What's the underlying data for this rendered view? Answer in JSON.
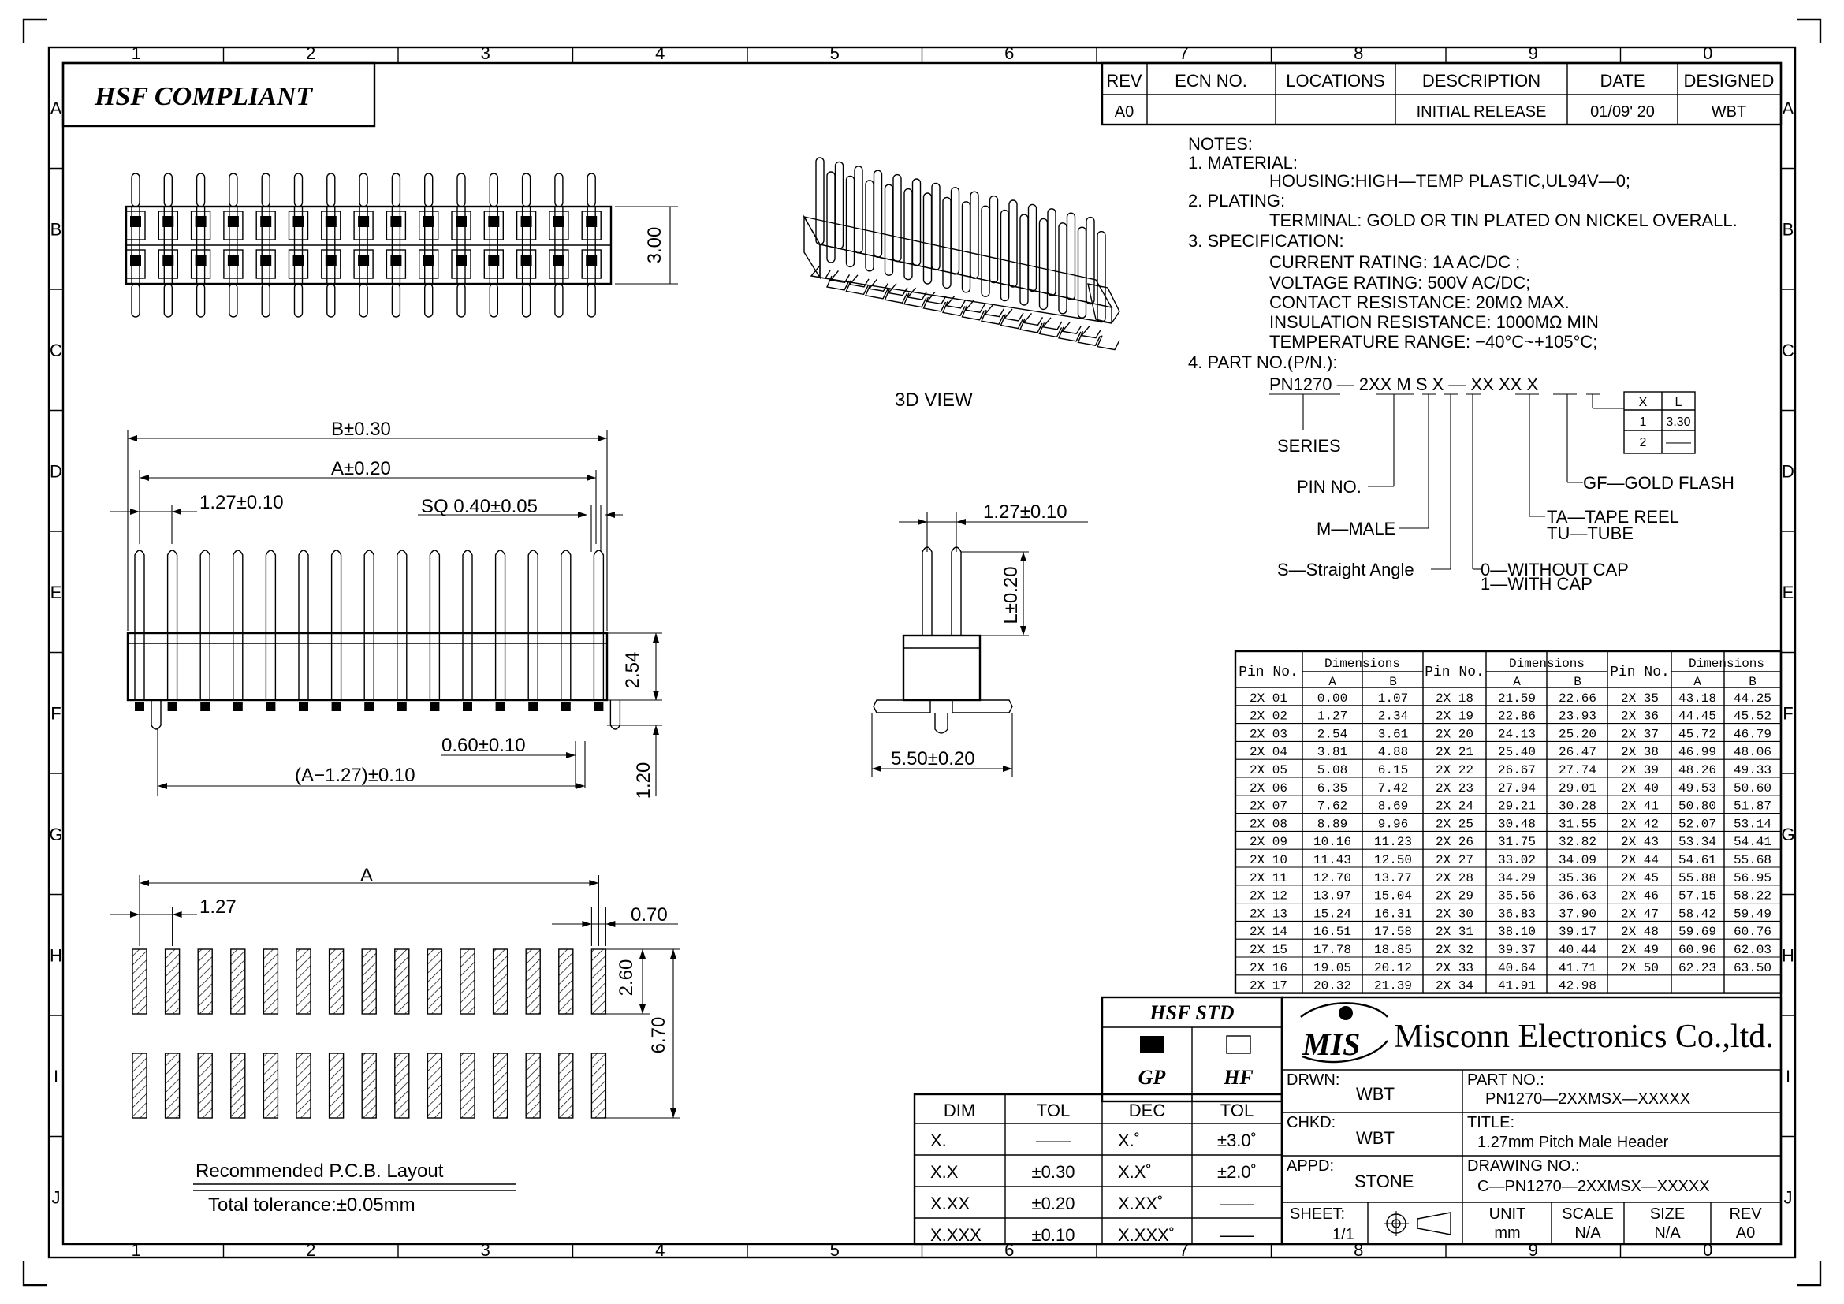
{
  "compliance_badge": "HSF  COMPLIANT",
  "zones": {
    "columns": [
      "1",
      "2",
      "3",
      "4",
      "5",
      "6",
      "7",
      "8",
      "9",
      "0"
    ],
    "rows": [
      "A",
      "B",
      "C",
      "D",
      "E",
      "F",
      "G",
      "H",
      "I",
      "J"
    ]
  },
  "revision": {
    "headers": [
      "REV",
      "ECN NO.",
      "LOCATIONS",
      "DESCRIPTION",
      "DATE",
      "DESIGNED"
    ],
    "row": [
      "A0",
      "",
      "",
      "INITIAL RELEASE",
      "01/09' 20",
      "WBT"
    ]
  },
  "notes": {
    "heading": "NOTES:",
    "lines": [
      "1. MATERIAL:",
      "HOUSING:HIGH—TEMP PLASTIC,UL94V—0;",
      "2. PLATING:",
      "TERMINAL: GOLD OR TIN PLATED ON NICKEL OVERALL.",
      "3. SPECIFICATION:",
      "CURRENT RATING: 1A AC/DC ;",
      "VOLTAGE RATING:  500V AC/DC;",
      "CONTACT RESISTANCE: 20MΩ MAX.",
      "INSULATION RESISTANCE: 1000MΩ MIN",
      "TEMPERATURE RANGE: −40°C~+105°C;",
      "4. PART NO.(P/N.):"
    ]
  },
  "part_number_key": {
    "code": "PN1270 — 2XX M S X — XX XX X",
    "labels": {
      "series": "SERIES",
      "pin_no": "PIN NO.",
      "male": "M—MALE",
      "straight": "S—Straight Angle",
      "cap0": "0—WITHOUT CAP",
      "cap1": "1—WITH CAP",
      "tape": "TA—TAPE REEL",
      "tube": "TU—TUBE",
      "gold": "GF—GOLD FLASH"
    },
    "xl_table": {
      "headers": [
        "X",
        "L"
      ],
      "rows": [
        [
          "1",
          "3.30"
        ],
        [
          "2",
          "——"
        ]
      ]
    }
  },
  "view_labels": {
    "view3d": "3D VIEW"
  },
  "dimensions": {
    "d300": "3.00",
    "b": "B±0.30",
    "a": "A±0.20",
    "pitch": "1.27±0.10",
    "sq": "SQ  0.40±0.05",
    "d254": "2.54",
    "d060": "0.60±0.10",
    "a127": "(A−1.27)±0.10",
    "d120": "1.20",
    "side_pitch": "1.27±0.10",
    "l_tol": "L±0.20",
    "d550": "5.50±0.20",
    "pcb_a": "A",
    "pcb_127": "1.27",
    "pcb_070": "0.70",
    "pcb_260": "2.60",
    "pcb_670": "6.70"
  },
  "pcb_caption": {
    "title": "Recommended  P.C.B.  Layout",
    "tolerance": "Total  tolerance:±0.05mm"
  },
  "dim_table": {
    "headers": [
      "Pin No.",
      "Dimensions",
      "Pin No.",
      "Dimensions",
      "Pin No.",
      "Dimensions"
    ],
    "sub": [
      "A",
      "B"
    ],
    "rows": [
      [
        "2X 01",
        "0.00",
        "1.07",
        "2X 18",
        "21.59",
        "22.66",
        "2X 35",
        "43.18",
        "44.25"
      ],
      [
        "2X 02",
        "1.27",
        "2.34",
        "2X 19",
        "22.86",
        "23.93",
        "2X 36",
        "44.45",
        "45.52"
      ],
      [
        "2X 03",
        "2.54",
        "3.61",
        "2X 20",
        "24.13",
        "25.20",
        "2X 37",
        "45.72",
        "46.79"
      ],
      [
        "2X 04",
        "3.81",
        "4.88",
        "2X 21",
        "25.40",
        "26.47",
        "2X 38",
        "46.99",
        "48.06"
      ],
      [
        "2X 05",
        "5.08",
        "6.15",
        "2X 22",
        "26.67",
        "27.74",
        "2X 39",
        "48.26",
        "49.33"
      ],
      [
        "2X 06",
        "6.35",
        "7.42",
        "2X 23",
        "27.94",
        "29.01",
        "2X 40",
        "49.53",
        "50.60"
      ],
      [
        "2X 07",
        "7.62",
        "8.69",
        "2X 24",
        "29.21",
        "30.28",
        "2X 41",
        "50.80",
        "51.87"
      ],
      [
        "2X 08",
        "8.89",
        "9.96",
        "2X 25",
        "30.48",
        "31.55",
        "2X 42",
        "52.07",
        "53.14"
      ],
      [
        "2X 09",
        "10.16",
        "11.23",
        "2X 26",
        "31.75",
        "32.82",
        "2X 43",
        "53.34",
        "54.41"
      ],
      [
        "2X 10",
        "11.43",
        "12.50",
        "2X 27",
        "33.02",
        "34.09",
        "2X 44",
        "54.61",
        "55.68"
      ],
      [
        "2X 11",
        "12.70",
        "13.77",
        "2X 28",
        "34.29",
        "35.36",
        "2X 45",
        "55.88",
        "56.95"
      ],
      [
        "2X 12",
        "13.97",
        "15.04",
        "2X 29",
        "35.56",
        "36.63",
        "2X 46",
        "57.15",
        "58.22"
      ],
      [
        "2X 13",
        "15.24",
        "16.31",
        "2X 30",
        "36.83",
        "37.90",
        "2X 47",
        "58.42",
        "59.49"
      ],
      [
        "2X 14",
        "16.51",
        "17.58",
        "2X 31",
        "38.10",
        "39.17",
        "2X 48",
        "59.69",
        "60.76"
      ],
      [
        "2X 15",
        "17.78",
        "18.85",
        "2X 32",
        "39.37",
        "40.44",
        "2X 49",
        "60.96",
        "62.03"
      ],
      [
        "2X 16",
        "19.05",
        "20.12",
        "2X 33",
        "40.64",
        "41.71",
        "2X 50",
        "62.23",
        "63.50"
      ],
      [
        "2X 17",
        "20.32",
        "21.39",
        "2X 34",
        "41.91",
        "42.98",
        "",
        "",
        ""
      ]
    ]
  },
  "hsf_std": {
    "title": "HSF  STD",
    "gp": "GP",
    "hf": "HF"
  },
  "tol_table": {
    "headers": [
      "DIM",
      "TOL",
      "DEC",
      "TOL"
    ],
    "rows": [
      [
        "X.",
        "——",
        "X.˚",
        "±3.0˚"
      ],
      [
        "X.X",
        "±0.30",
        "X.X˚",
        "±2.0˚"
      ],
      [
        "X.XX",
        "±0.20",
        "X.XX˚",
        "——"
      ],
      [
        "X.XXX",
        "±0.10",
        "X.XXX˚",
        "——"
      ]
    ]
  },
  "company": {
    "logo": "MIS",
    "name": "Misconn Electronics Co.,ltd."
  },
  "title_block": {
    "drwn_label": "DRWN:",
    "drwn": "WBT",
    "chkd_label": "CHKD:",
    "chkd": "WBT",
    "appd_label": "APPD:",
    "appd": "STONE",
    "part_label": "PART  NO.:",
    "part": "PN1270—2XXMSX—XXXXX",
    "title_label": "TITLE:",
    "title": "1.27mm  Pitch  Male  Header",
    "dwg_label": "DRAWING  NO.:",
    "dwg": "C—PN1270—2XXMSX—XXXXX",
    "sheet_label": "SHEET:",
    "sheet": "1/1",
    "unit_label": "UNIT",
    "unit": "mm",
    "scale_label": "SCALE",
    "scale": "N/A",
    "size_label": "SIZE",
    "size": "N/A",
    "rev_label": "REV",
    "rev": "A0"
  }
}
